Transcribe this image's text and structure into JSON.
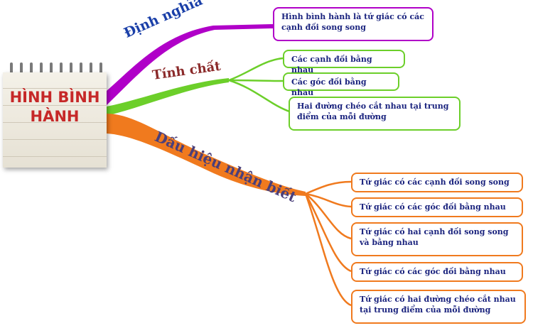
{
  "central_topic": {
    "line1": "HÌNH BÌNH",
    "line2": "HÀNH"
  },
  "branches": {
    "definition": {
      "label": "Định nghĩa",
      "color": "#b000c8",
      "items": [
        {
          "line1": "Hình bình hành là tứ giác có các",
          "line2": "cạnh đối song song"
        }
      ]
    },
    "properties": {
      "label": "Tính chất",
      "color": "#6ccf2a",
      "label_color": "#8b2a2a",
      "items": [
        {
          "line1": "Các cạnh đối bằng nhau",
          "line2": ""
        },
        {
          "line1": "Các góc đối bằng nhau",
          "line2": ""
        },
        {
          "line1": "Hai đường chéo cắt nhau tại trung",
          "line2": "điểm của mỗi đường"
        }
      ]
    },
    "signs": {
      "label": "Dấu hiệu nhận biết",
      "color": "#f07a1e",
      "label_color": "#4a3f7a",
      "items": [
        {
          "line1": "Tứ giác có các cạnh đối song song",
          "line2": ""
        },
        {
          "line1": "Tứ giác có các góc đối bằng nhau",
          "line2": ""
        },
        {
          "line1": "Tứ giác có hai cạnh đối song song",
          "line2": "và bằng nhau"
        },
        {
          "line1": "Tứ giác có các góc đối bằng nhau",
          "line2": ""
        },
        {
          "line1": "Tứ giác có hai đường chéo cắt nhau",
          "line2": "tại trung điểm của mỗi đường"
        }
      ]
    }
  }
}
